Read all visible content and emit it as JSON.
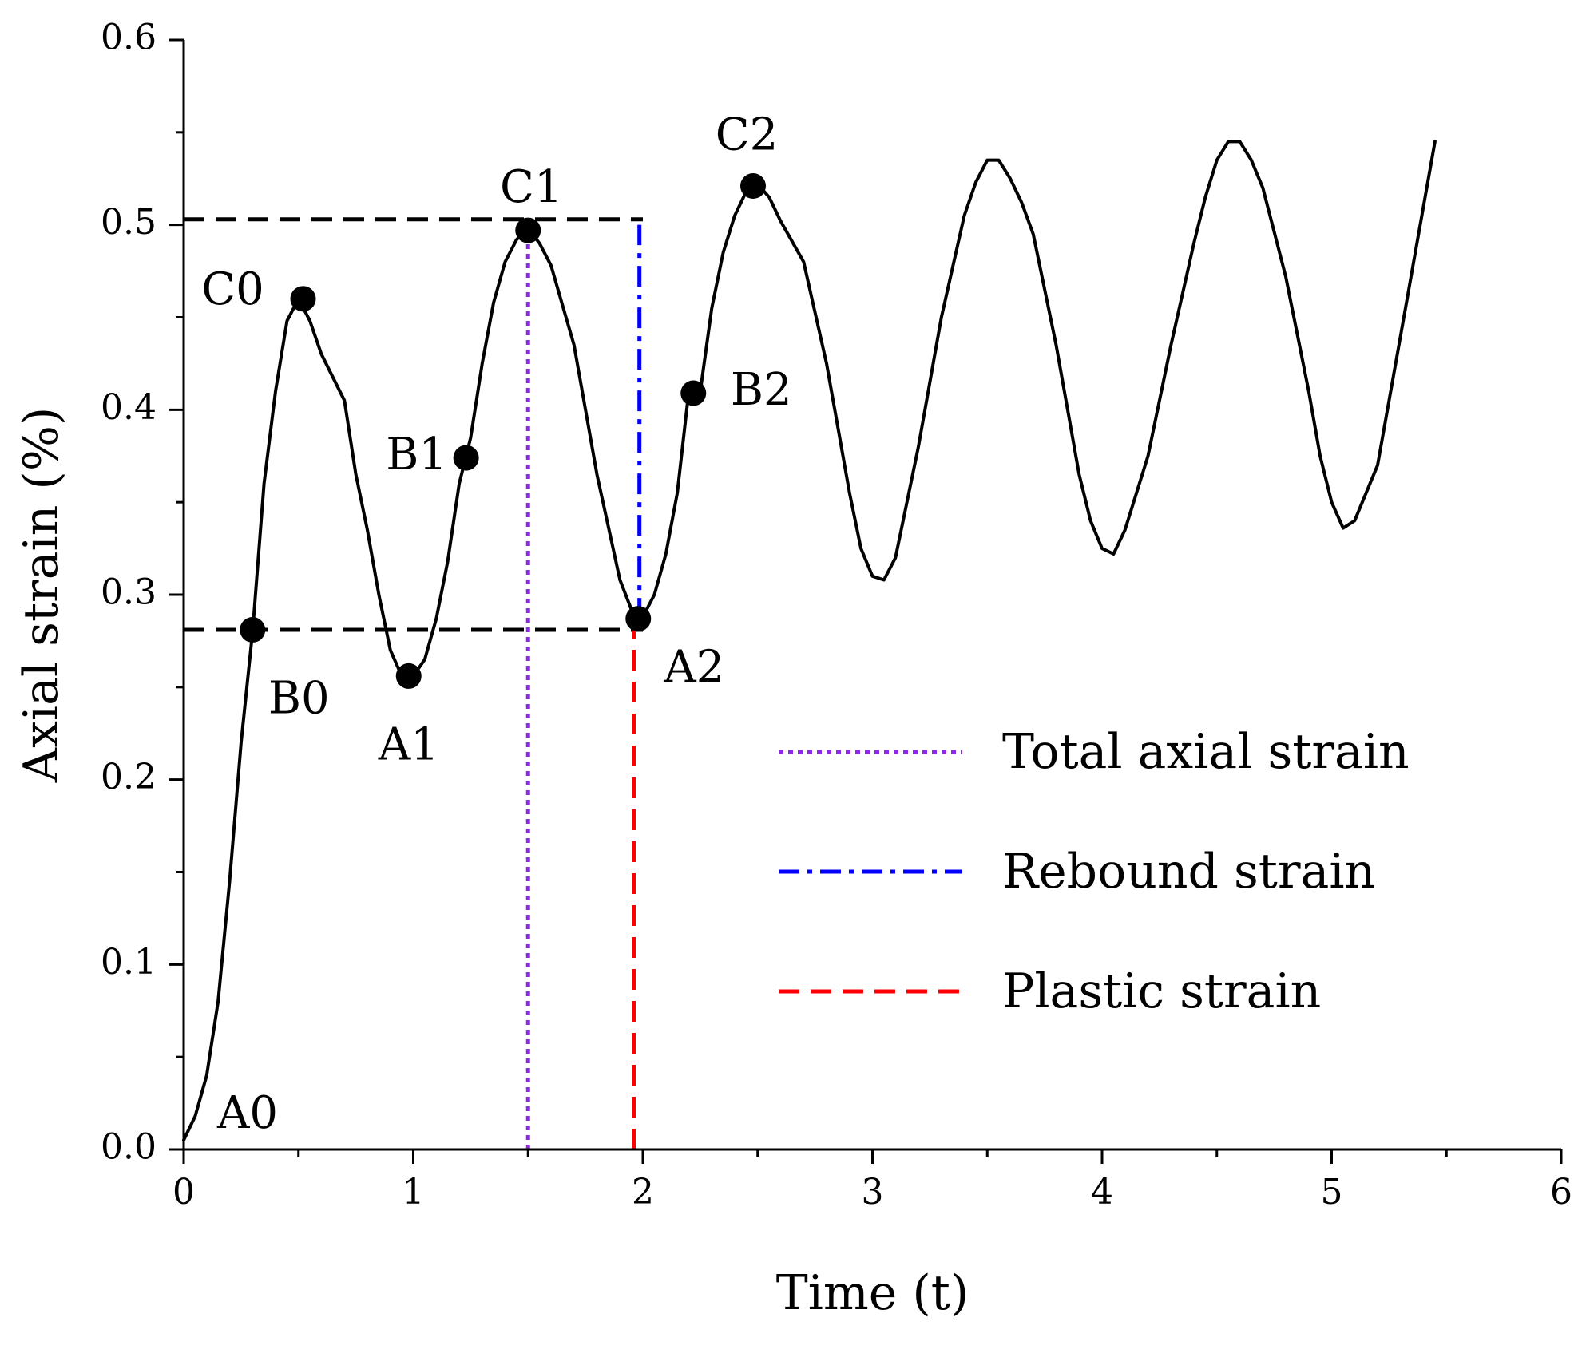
{
  "chart_data": {
    "type": "line",
    "title": "",
    "xlabel": "Time (t)",
    "ylabel": "Axial strain (%)",
    "xlim": [
      0,
      6
    ],
    "ylim": [
      0,
      0.6
    ],
    "x_ticks": [
      0,
      1,
      2,
      3,
      4,
      5,
      6
    ],
    "x_tick_labels": [
      "0",
      "1",
      "2",
      "3",
      "4",
      "5",
      "6"
    ],
    "y_ticks": [
      0,
      0.1,
      0.2,
      0.3,
      0.4,
      0.5,
      0.6
    ],
    "y_tick_labels": [
      "0.0",
      "0.1",
      "0.2",
      "0.3",
      "0.4",
      "0.5",
      "0.6"
    ],
    "grid": false,
    "legend_position": "lower-right",
    "series": [
      {
        "color": "#000000",
        "x": [
          0,
          0.05,
          0.1,
          0.15,
          0.2,
          0.25,
          0.3,
          0.35,
          0.4,
          0.45,
          0.5,
          0.55,
          0.6,
          0.7,
          0.75,
          0.8,
          0.85,
          0.9,
          0.95,
          1.0,
          1.05,
          1.1,
          1.15,
          1.2,
          1.25,
          1.3,
          1.35,
          1.4,
          1.45,
          1.5,
          1.55,
          1.6,
          1.7,
          1.8,
          1.9,
          1.95,
          2.0,
          2.05,
          2.1,
          2.15,
          2.2,
          2.25,
          2.3,
          2.35,
          2.4,
          2.45,
          2.5,
          2.55,
          2.6,
          2.7,
          2.8,
          2.9,
          2.95,
          3.0,
          3.05,
          3.1,
          3.2,
          3.3,
          3.4,
          3.45,
          3.5,
          3.55,
          3.6,
          3.65,
          3.7,
          3.8,
          3.9,
          3.95,
          4.0,
          4.05,
          4.1,
          4.2,
          4.3,
          4.4,
          4.45,
          4.5,
          4.55,
          4.6,
          4.65,
          4.7,
          4.8,
          4.9,
          4.95,
          5.0,
          5.05,
          5.1,
          5.2,
          5.3,
          5.4,
          5.45
        ],
        "y": [
          0.005,
          0.018,
          0.04,
          0.08,
          0.145,
          0.22,
          0.28,
          0.36,
          0.41,
          0.448,
          0.46,
          0.448,
          0.43,
          0.405,
          0.365,
          0.335,
          0.3,
          0.27,
          0.256,
          0.256,
          0.265,
          0.287,
          0.318,
          0.36,
          0.385,
          0.425,
          0.458,
          0.48,
          0.492,
          0.498,
          0.49,
          0.478,
          0.435,
          0.365,
          0.308,
          0.292,
          0.288,
          0.3,
          0.322,
          0.355,
          0.41,
          0.41,
          0.455,
          0.485,
          0.505,
          0.518,
          0.522,
          0.515,
          0.502,
          0.48,
          0.425,
          0.355,
          0.325,
          0.31,
          0.308,
          0.32,
          0.38,
          0.45,
          0.505,
          0.523,
          0.535,
          0.535,
          0.525,
          0.512,
          0.495,
          0.435,
          0.365,
          0.34,
          0.325,
          0.322,
          0.335,
          0.375,
          0.435,
          0.49,
          0.515,
          0.535,
          0.545,
          0.545,
          0.535,
          0.52,
          0.472,
          0.41,
          0.375,
          0.35,
          0.336,
          0.34,
          0.37,
          0.44,
          0.51,
          0.545
        ]
      }
    ],
    "marked_points": [
      {
        "label": "A0",
        "x": 0.0,
        "y": 0.005,
        "marker": false
      },
      {
        "label": "B0",
        "x": 0.3,
        "y": 0.281,
        "marker": true
      },
      {
        "label": "C0",
        "x": 0.52,
        "y": 0.46,
        "marker": true
      },
      {
        "label": "A1",
        "x": 0.98,
        "y": 0.256,
        "marker": true
      },
      {
        "label": "B1",
        "x": 1.23,
        "y": 0.374,
        "marker": true
      },
      {
        "label": "C1",
        "x": 1.5,
        "y": 0.497,
        "marker": true
      },
      {
        "label": "A2",
        "x": 1.98,
        "y": 0.287,
        "marker": true
      },
      {
        "label": "B2",
        "x": 2.22,
        "y": 0.409,
        "marker": true
      },
      {
        "label": "C2",
        "x": 2.48,
        "y": 0.521,
        "marker": true
      }
    ],
    "reference_lines": {
      "horizontal": [
        {
          "y": 0.503,
          "x_from": 0,
          "x_to": 2.0,
          "style": "dashed",
          "color": "#000000"
        },
        {
          "y": 0.281,
          "x_from": 0,
          "x_to": 2.0,
          "style": "dashed",
          "color": "#000000"
        }
      ],
      "vertical": [
        {
          "name": "Total axial strain",
          "x": 1.5,
          "y_from": 0,
          "y_to": 0.497,
          "style": "dotted",
          "color": "#8a2be2"
        },
        {
          "name": "Rebound strain",
          "x": 1.985,
          "y_from": 0.287,
          "y_to": 0.5,
          "style": "dash-dot",
          "color": "#0000ff"
        },
        {
          "name": "Plastic strain",
          "x": 1.96,
          "y_from": 0,
          "y_to": 0.287,
          "style": "dashed",
          "color": "#ff0000"
        }
      ]
    },
    "legend": [
      {
        "label": "Total axial strain",
        "style": "dotted",
        "color": "#8a2be2"
      },
      {
        "label": "Rebound strain",
        "style": "dash-dot",
        "color": "#0000ff"
      },
      {
        "label": "Plastic strain",
        "style": "dashed",
        "color": "#ff0000"
      }
    ]
  }
}
